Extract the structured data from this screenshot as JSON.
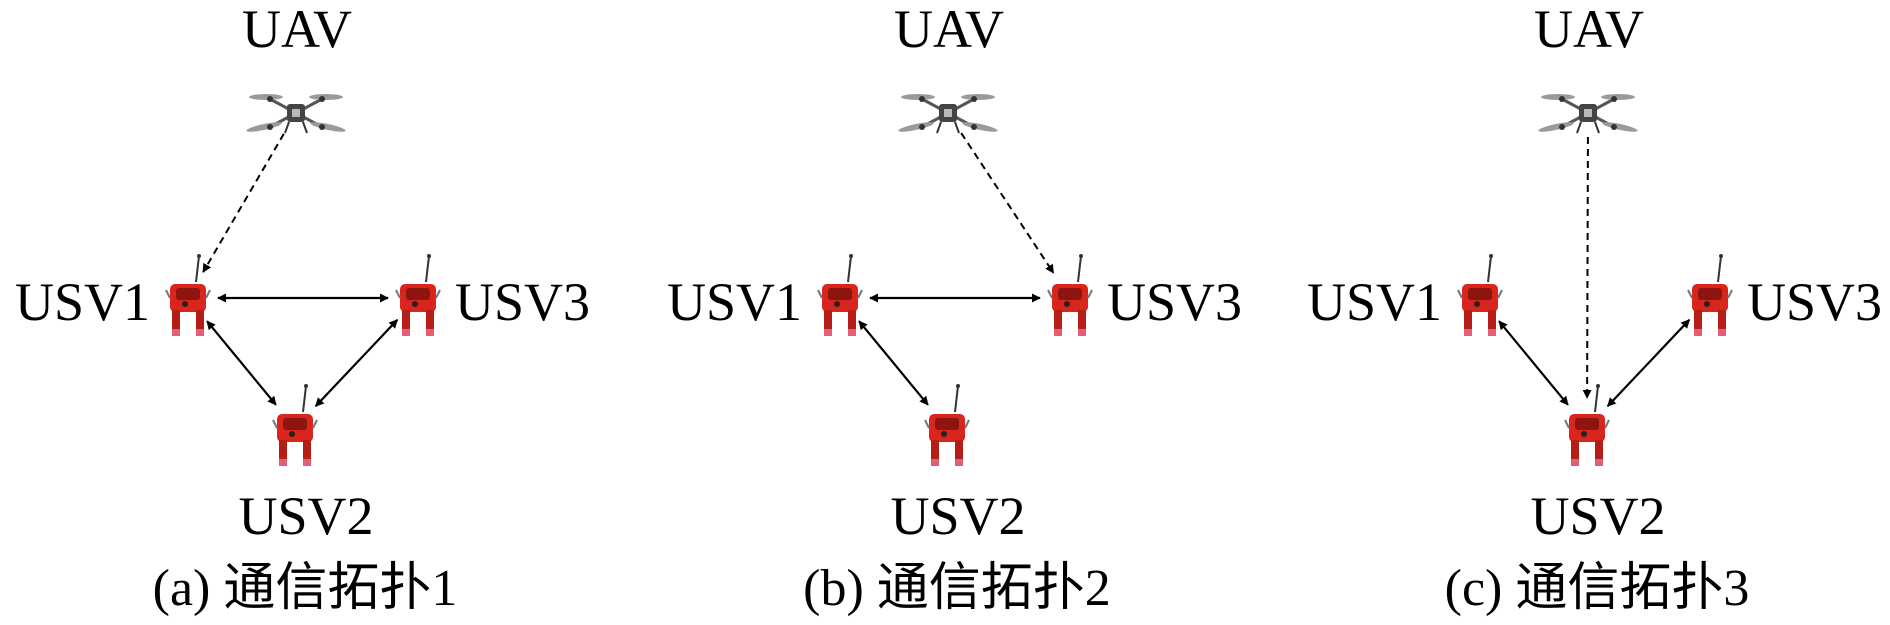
{
  "panels": [
    {
      "caption": "(a) 通信拓扑1",
      "nodes": {
        "uav": "UAV",
        "usv1": "USV1",
        "usv2": "USV2",
        "usv3": "USV3"
      },
      "links": [
        {
          "from": "uav",
          "to": "usv1",
          "style": "dashed",
          "arrows": "end"
        },
        {
          "from": "usv1",
          "to": "usv3",
          "style": "solid",
          "arrows": "both"
        },
        {
          "from": "usv1",
          "to": "usv2",
          "style": "solid",
          "arrows": "both"
        },
        {
          "from": "usv3",
          "to": "usv2",
          "style": "solid",
          "arrows": "both"
        }
      ]
    },
    {
      "caption": "(b) 通信拓扑2",
      "nodes": {
        "uav": "UAV",
        "usv1": "USV1",
        "usv2": "USV2",
        "usv3": "USV3"
      },
      "links": [
        {
          "from": "uav",
          "to": "usv3",
          "style": "dashed",
          "arrows": "end"
        },
        {
          "from": "usv1",
          "to": "usv3",
          "style": "solid",
          "arrows": "both"
        },
        {
          "from": "usv1",
          "to": "usv2",
          "style": "solid",
          "arrows": "both"
        }
      ]
    },
    {
      "caption": "(c) 通信拓扑3",
      "nodes": {
        "uav": "UAV",
        "usv1": "USV1",
        "usv2": "USV2",
        "usv3": "USV3"
      },
      "links": [
        {
          "from": "uav",
          "to": "usv2",
          "style": "dashed",
          "arrows": "end"
        },
        {
          "from": "usv1",
          "to": "usv2",
          "style": "solid",
          "arrows": "both"
        },
        {
          "from": "usv3",
          "to": "usv2",
          "style": "solid",
          "arrows": "both"
        }
      ]
    }
  ],
  "colors": {
    "line": "#000000",
    "boat_body": "#d9261c",
    "boat_dark": "#8e1410",
    "drone_body": "#444444",
    "drone_prop": "#9a9a9a"
  }
}
